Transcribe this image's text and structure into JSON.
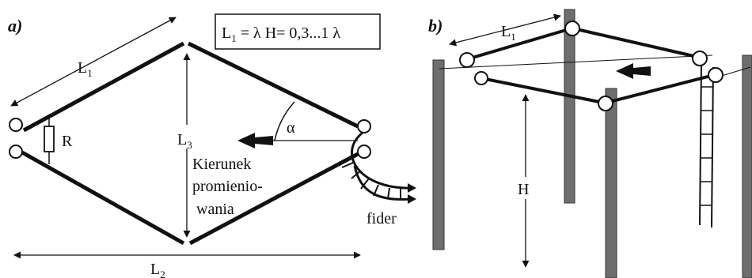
{
  "panel_a": {
    "label": "a)",
    "formula": {
      "l": "L",
      "l_sub": "1",
      "rest": " = λ  H= 0,3...1 λ"
    },
    "l1": {
      "main": "L",
      "sub": "1"
    },
    "l2": {
      "main": "L",
      "sub": "2"
    },
    "l3": {
      "main": "L",
      "sub": "3"
    },
    "resistor": "R",
    "angle": "α",
    "direction_lines": [
      "Kierunek",
      "promienio-",
      "wania"
    ],
    "feeder": "fider"
  },
  "panel_b": {
    "label": "b)",
    "l1": {
      "main": "L",
      "sub": "1"
    },
    "height": "H"
  },
  "colors": {
    "ink": "#111111",
    "pole": "#6e6e6e",
    "background": "#ffffff"
  }
}
